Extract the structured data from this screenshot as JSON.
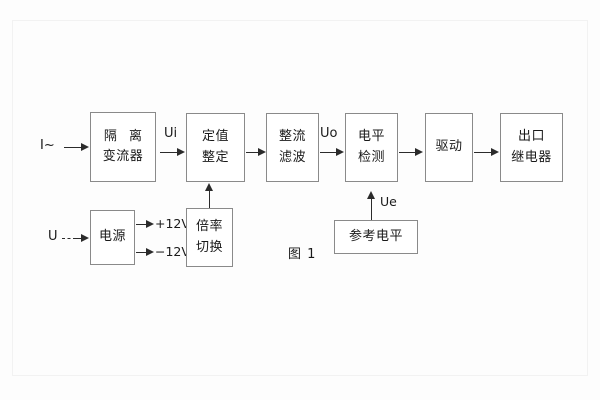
{
  "diagram": {
    "caption": "图 1",
    "inputs": {
      "current": "I~",
      "voltage": "U"
    },
    "signals": {
      "ui": "Ui",
      "uo": "Uo",
      "ue": "Ue",
      "rail_pos": "+12V",
      "rail_neg": "−12V"
    },
    "blocks": [
      {
        "id": "isolation-transformer",
        "line1": "隔 离",
        "line2": "变流器"
      },
      {
        "id": "setting-adjustment",
        "line1": "定值",
        "line2": "整定"
      },
      {
        "id": "rectifier-filter",
        "line1": "整流",
        "line2": "滤波"
      },
      {
        "id": "level-detection",
        "line1": "电平",
        "line2": "检测"
      },
      {
        "id": "driver",
        "line1": "驱动",
        "line2": ""
      },
      {
        "id": "output-relay",
        "line1": "出口",
        "line2": "继电器"
      },
      {
        "id": "power-supply",
        "line1": "电源",
        "line2": ""
      },
      {
        "id": "multiplier-switch",
        "line1": "倍率",
        "line2": "切换"
      },
      {
        "id": "reference-level",
        "line1": "参考电平",
        "line2": ""
      }
    ]
  }
}
